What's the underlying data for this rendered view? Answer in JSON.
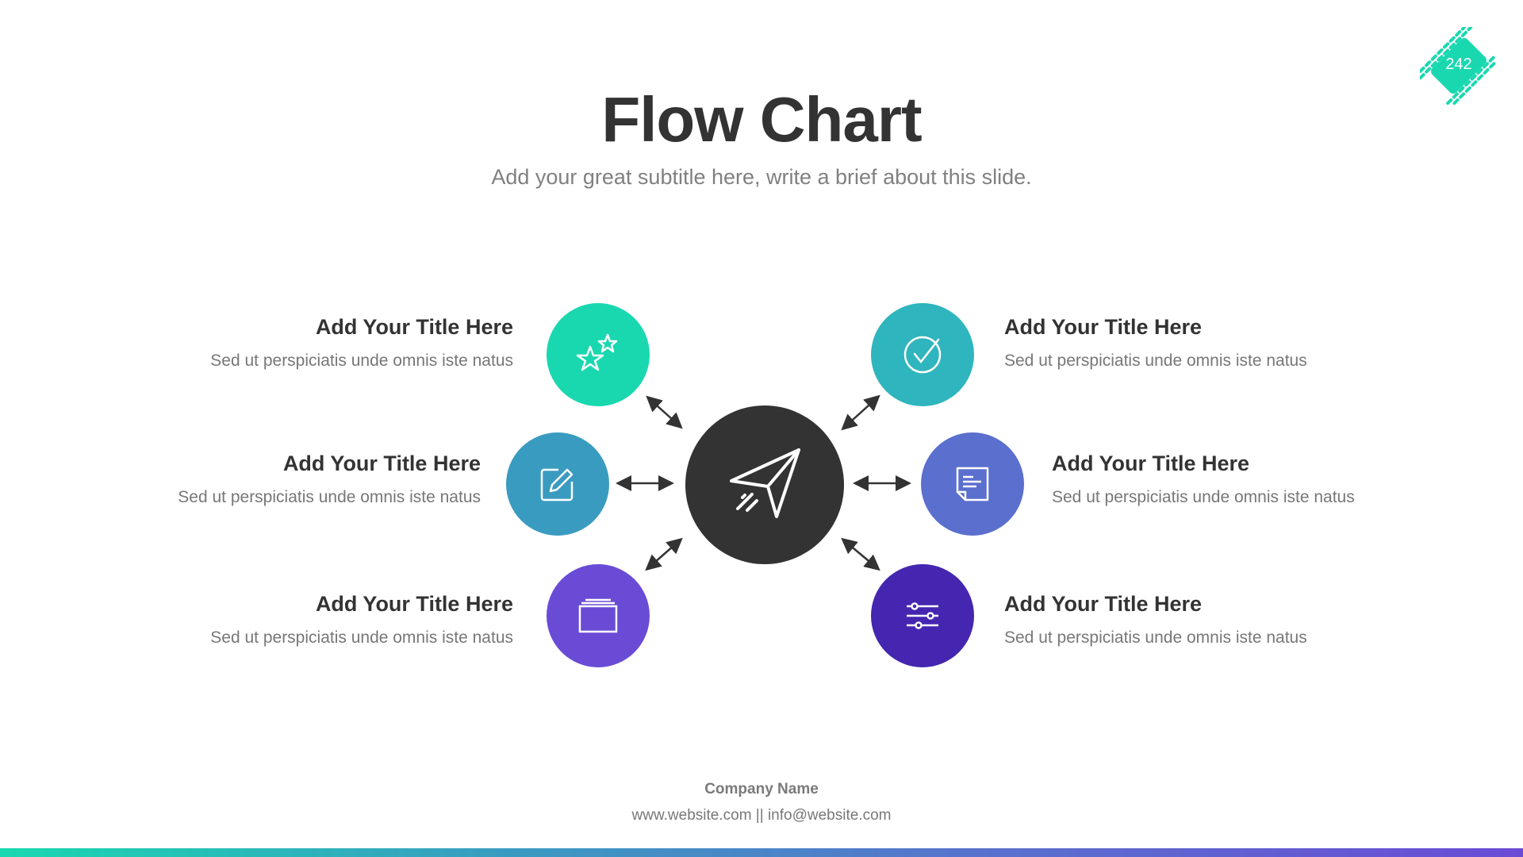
{
  "header": {
    "title": "Flow Chart",
    "subtitle": "Add your great subtitle here, write a brief about this slide."
  },
  "page_number": "242",
  "center": {
    "icon": "paper-plane-icon",
    "color": "#333333"
  },
  "items": [
    {
      "title": "Add Your Title Here",
      "desc": "Sed ut perspiciatis unde omnis iste natus",
      "icon": "stars-icon",
      "color": "#19d8b0"
    },
    {
      "title": "Add Your Title Here",
      "desc": "Sed ut perspiciatis unde omnis iste natus",
      "icon": "edit-icon",
      "color": "#3a9bc1"
    },
    {
      "title": "Add Your Title Here",
      "desc": "Sed ut perspiciatis unde omnis iste natus",
      "icon": "window-icon",
      "color": "#6a4bd6"
    },
    {
      "title": "Add Your Title Here",
      "desc": "Sed ut perspiciatis unde omnis iste natus",
      "icon": "check-circle-icon",
      "color": "#2fb5bd"
    },
    {
      "title": "Add Your Title Here",
      "desc": "Sed ut perspiciatis unde omnis iste natus",
      "icon": "document-icon",
      "color": "#5a6fce"
    },
    {
      "title": "Add Your Title Here",
      "desc": "Sed ut perspiciatis unde omnis iste natus",
      "icon": "sliders-icon",
      "color": "#4526b0"
    }
  ],
  "footer": {
    "company": "Company Name",
    "contact": "www.website.com || info@website.com"
  }
}
